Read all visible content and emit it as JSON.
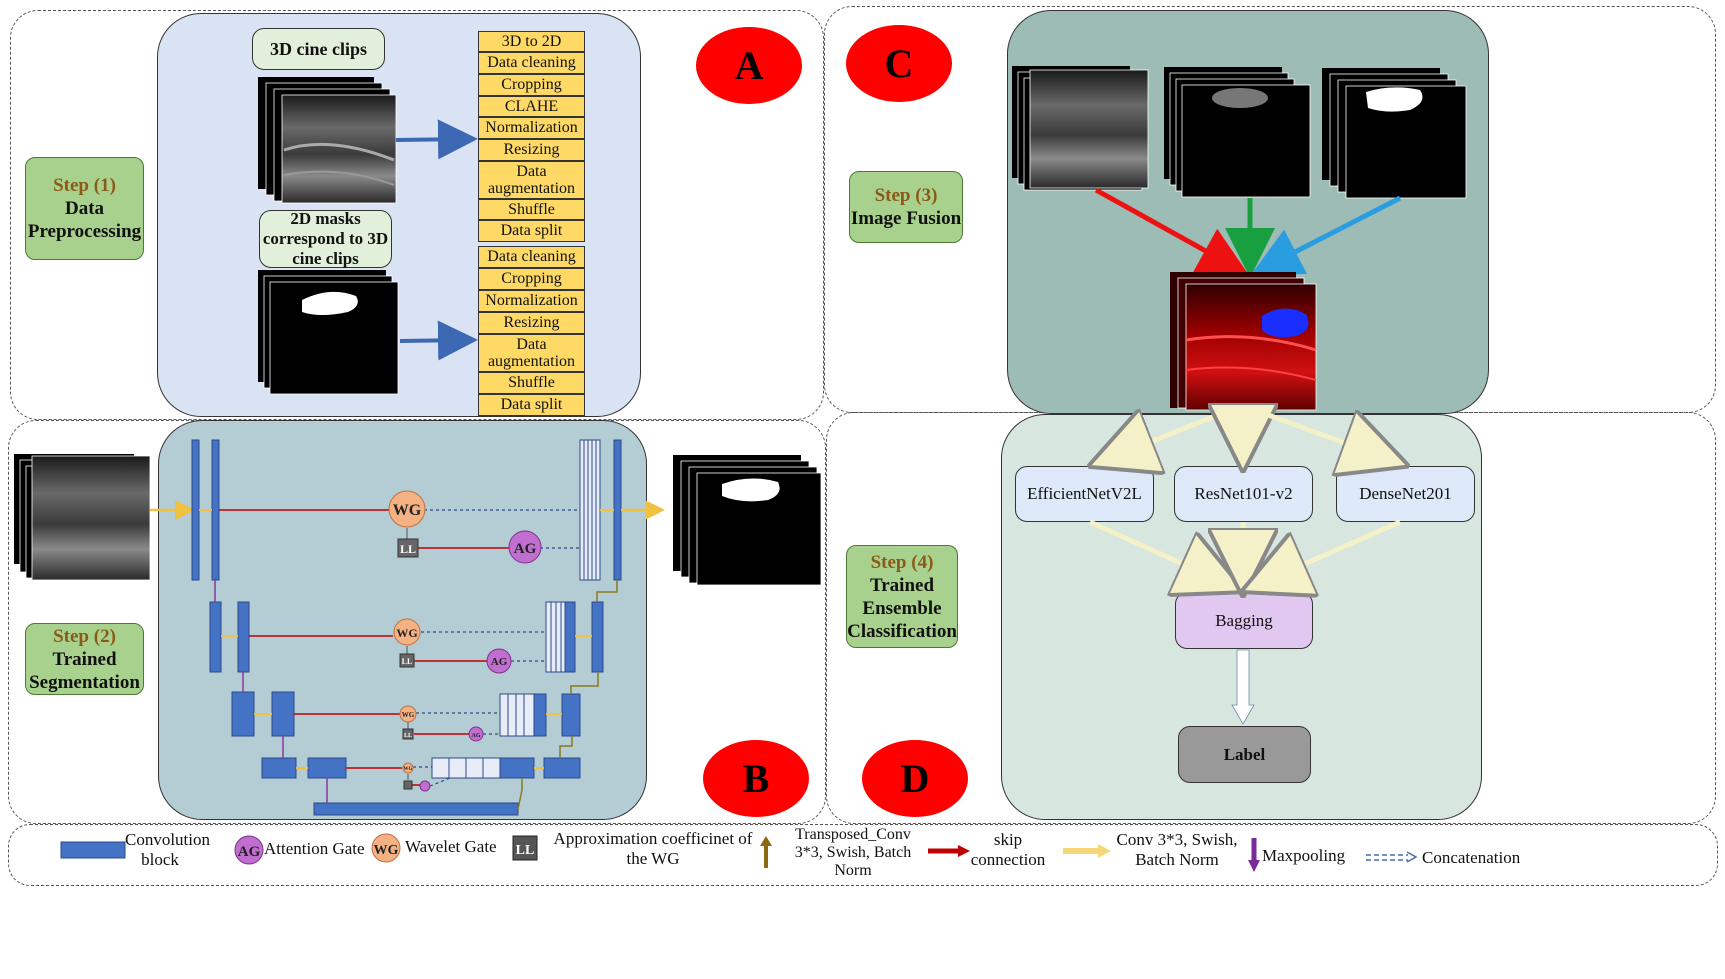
{
  "circles": {
    "a": "A",
    "b": "B",
    "c": "C",
    "d": "D"
  },
  "steps": {
    "s1": {
      "label": "Step (1)",
      "line1": "Data",
      "line2": "Preprocessing"
    },
    "s2": {
      "label": "Step (2)",
      "line1": "Trained",
      "line2": "Segmentation"
    },
    "s3": {
      "label": "Step (3)",
      "line1": "Image Fusion"
    },
    "s4": {
      "label": "Step (4)",
      "line1": "Trained",
      "line2": "Ensemble",
      "line3": "Classification"
    }
  },
  "preprocessing": {
    "clips_label": "3D cine clips",
    "masks_label_1": "2D masks",
    "masks_label_2": "correspond to 3D",
    "masks_label_3": "cine clips",
    "clip_ops": [
      "3D to 2D",
      "Data cleaning",
      "Cropping",
      "CLAHE",
      "Normalization",
      "Resizing",
      "Data augmentation",
      "Shuffle",
      "Data split"
    ],
    "mask_ops": [
      "Data cleaning",
      "Cropping",
      "Normalization",
      "Resizing",
      "Data augmentation",
      "Shuffle",
      "Data split"
    ]
  },
  "segmentation": {
    "wg": "WG",
    "ag": "AG",
    "ll": "LL"
  },
  "classification": {
    "models": [
      "EfficientNetV2L",
      "ResNet101-v2",
      "DenseNet201"
    ],
    "ensemble": "Bagging",
    "output": "Label"
  },
  "legend": {
    "conv_1": "Convolution",
    "conv_2": "block",
    "ag_icon": "AG",
    "ag_text": "Attention Gate",
    "wg_icon": "WG",
    "wg_text": "Wavelet Gate",
    "ll_icon": "LL",
    "approx_1": "Approximation coefficinet of",
    "approx_2": "the WG",
    "tconv_1": "Transposed_Conv",
    "tconv_2": "3*3, Swish, Batch",
    "tconv_3": "Norm",
    "skip_1": "skip",
    "skip_2": "connection",
    "conv33_1": "Conv 3*3, Swish,",
    "conv33_2": "Batch Norm",
    "maxpool": "Maxpooling",
    "concat": "Concatenation"
  },
  "colors": {
    "panel_a": "#dae3f3",
    "panel_b": "#b4ccd4",
    "panel_c": "#9dbcb6",
    "panel_d": "#d8e6e0",
    "step_green": "#a9d18e",
    "op_yellow": "#ffd966",
    "circle_red": "#ff0000",
    "conv_blue": "#4472c4",
    "ag_purple": "#c06ed0",
    "wg_orange": "#f4b183",
    "bagging_purple": "#e0c8f0"
  }
}
